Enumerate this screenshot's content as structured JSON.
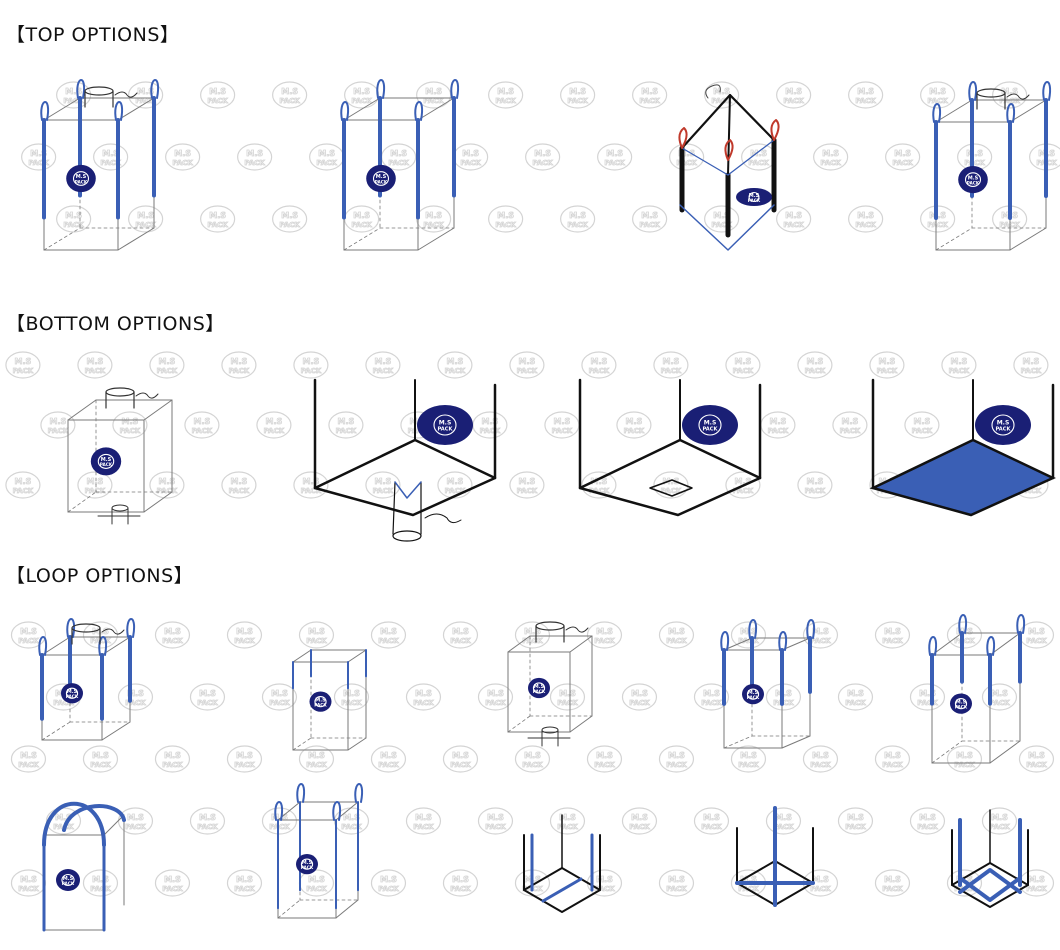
{
  "sections": {
    "top": {
      "title": "【TOP OPTIONS】"
    },
    "bottom": {
      "title": "【BOTTOM OPTIONS】"
    },
    "loop": {
      "title": "【LOOP OPTIONS】"
    }
  },
  "logo": {
    "line1": "M.S",
    "line2": "PACK"
  },
  "watermark": {
    "line1": "M.S",
    "line2": "PACK"
  },
  "colors": {
    "accent_blue": "#3a5fb5",
    "logo_navy": "#1a1f75",
    "line_gray": "#7a7a7a",
    "loop_red": "#c0392b",
    "watermark_gray": "#d4d4d4"
  }
}
